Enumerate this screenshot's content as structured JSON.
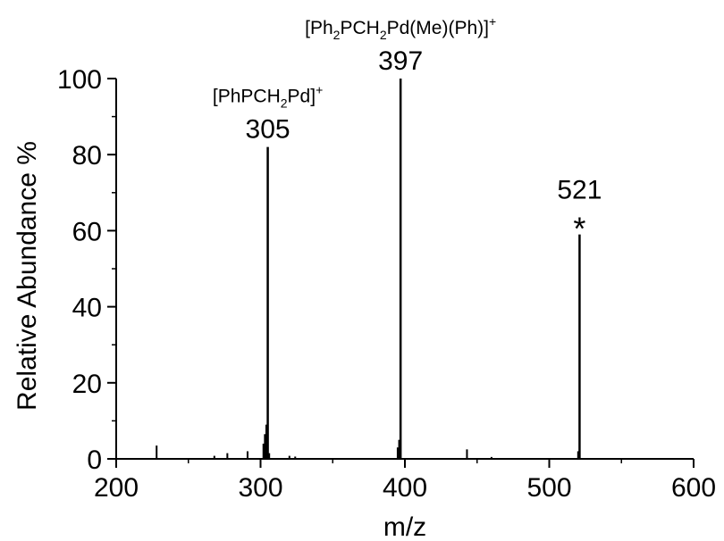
{
  "chart_data": {
    "type": "bar",
    "xlabel": "m/z",
    "ylabel": "Relative Abundance %",
    "xlim": [
      200,
      600
    ],
    "ylim": [
      0,
      100
    ],
    "x_ticks": [
      200,
      300,
      400,
      500,
      600
    ],
    "y_ticks": [
      0,
      20,
      40,
      60,
      80,
      100
    ],
    "grid": false,
    "color": "#000000",
    "peaks": [
      {
        "x": 228,
        "y": 3.5
      },
      {
        "x": 268,
        "y": 0.8
      },
      {
        "x": 277,
        "y": 1.5
      },
      {
        "x": 291,
        "y": 2.0
      },
      {
        "x": 302,
        "y": 4.0
      },
      {
        "x": 303,
        "y": 6.5
      },
      {
        "x": 304,
        "y": 9.0
      },
      {
        "x": 305,
        "y": 82,
        "label": "305"
      },
      {
        "x": 306,
        "y": 1.5
      },
      {
        "x": 320,
        "y": 0.8
      },
      {
        "x": 324,
        "y": 0.6
      },
      {
        "x": 395,
        "y": 3.0
      },
      {
        "x": 396,
        "y": 5.0
      },
      {
        "x": 397,
        "y": 100,
        "label": "397"
      },
      {
        "x": 443,
        "y": 2.5
      },
      {
        "x": 460,
        "y": 0.5
      },
      {
        "x": 520,
        "y": 2.0
      },
      {
        "x": 521,
        "y": 59,
        "label": "521"
      }
    ],
    "annotations": [
      {
        "x": 305,
        "main": "[PhPCH",
        "sub": "2",
        "tail": "Pd]",
        "sup": "+"
      },
      {
        "x": 397,
        "main": "[Ph",
        "sub": "2",
        "mid": "PCH",
        "sub2": "2",
        "tail": "Pd(Me)(Ph)]",
        "sup": "+"
      },
      {
        "x": 521,
        "marker": "*"
      }
    ]
  }
}
